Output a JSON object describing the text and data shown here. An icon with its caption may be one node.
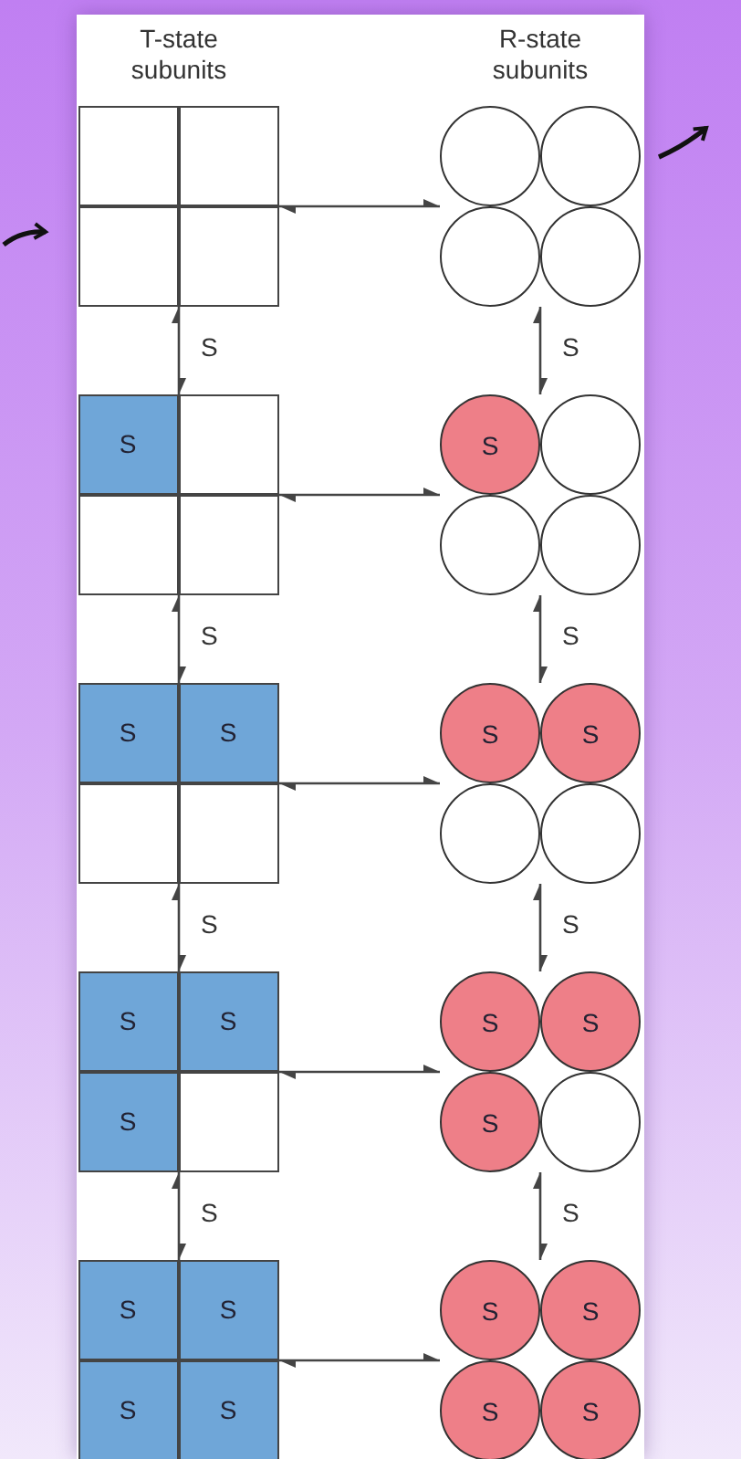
{
  "diagram": {
    "nodes": [
      {
        "text": [],
        "shape": "box"
      },
      {
        "text": [],
        "shape": "box",
        "in": 0
      },
      {
        "text": [],
        "shape": "box",
        "in": 0
      },
      {
        "text": [],
        "shape": "box",
        "in": 0
      },
      {
        "text": [],
        "shape": "box",
        "in": 0
      },
      {
        "text": [],
        "shape": "cluster"
      },
      {
        "text": [],
        "shape": "circle",
        "in": 5
      },
      {
        "text": [],
        "shape": "circle",
        "in": 5
      },
      {
        "text": [],
        "shape": "circle",
        "in": 5
      },
      {
        "text": [],
        "shape": "circle",
        "in": 5
      },
      {
        "text": [],
        "shape": "box"
      },
      {
        "text": [
          "S"
        ],
        "in": 10
      },
      {
        "text": [],
        "shape": "box",
        "in": 10
      },
      {
        "text": [],
        "shape": "box",
        "in": 10
      },
      {
        "text": [],
        "shape": "box",
        "in": 10
      },
      {
        "text": [],
        "shape": "cluster"
      },
      {
        "text": [
          "S"
        ],
        "in": 15
      },
      {
        "text": [],
        "shape": "circle",
        "in": 15
      },
      {
        "text": [],
        "shape": "circle",
        "in": 15
      },
      {
        "text": [],
        "shape": "circle",
        "in": 15
      },
      {
        "text": [],
        "shape": "box"
      },
      {
        "text": [
          "S"
        ],
        "in": 20
      },
      {
        "text": [
          "S"
        ],
        "in": 20
      },
      {
        "text": [],
        "shape": "box",
        "in": 20
      },
      {
        "text": [],
        "shape": "box",
        "in": 20
      },
      {
        "text": [],
        "shape": "cluster"
      },
      {
        "text": [
          "S"
        ],
        "in": 25
      },
      {
        "text": [
          "S"
        ],
        "in": 25
      },
      {
        "text": [],
        "shape": "circle",
        "in": 25
      },
      {
        "text": [],
        "shape": "circle",
        "in": 25
      },
      {
        "text": [],
        "shape": "box"
      },
      {
        "text": [
          "S"
        ],
        "in": 30
      },
      {
        "text": [
          "S"
        ],
        "in": 30
      },
      {
        "text": [
          "S"
        ],
        "in": 30
      },
      {
        "text": [],
        "shape": "box",
        "in": 30
      },
      {
        "text": [],
        "shape": "cluster"
      },
      {
        "text": [
          "S"
        ],
        "in": 35
      },
      {
        "text": [
          "S"
        ],
        "in": 35
      },
      {
        "text": [
          "S"
        ],
        "in": 35
      },
      {
        "text": [],
        "shape": "circle",
        "in": 35
      },
      {
        "text": [],
        "shape": "box"
      },
      {
        "text": [
          "S"
        ],
        "in": 40
      },
      {
        "text": [
          "S"
        ],
        "in": 40
      },
      {
        "text": [
          "S"
        ],
        "in": 40
      },
      {
        "text": [
          "S"
        ],
        "in": 40
      },
      {
        "text": [],
        "shape": "cluster"
      },
      {
        "text": [
          "S"
        ],
        "in": 45
      },
      {
        "text": [
          "S"
        ],
        "in": 45
      },
      {
        "text": [
          "S"
        ],
        "in": 45
      },
      {
        "text": [
          "S"
        ],
        "in": 45
      }
    ],
    "edges": [
      {
        "from": null,
        "to": 0,
        "arrow": "to"
      },
      {
        "from": 5,
        "to": null,
        "arrow": "to"
      },
      {
        "from": 0,
        "to": 5,
        "arrow": "both"
      },
      {
        "from": 0,
        "to": 10,
        "arrow": "both",
        "label": "S"
      },
      {
        "from": 5,
        "to": 15,
        "arrow": "both",
        "label": "S"
      },
      {
        "from": 10,
        "to": 15,
        "arrow": "both"
      },
      {
        "from": 10,
        "to": 20,
        "arrow": "both",
        "label": "S"
      },
      {
        "from": 15,
        "to": 25,
        "arrow": "both",
        "label": "S"
      },
      {
        "from": 20,
        "to": 25,
        "arrow": "both"
      },
      {
        "from": 20,
        "to": 30,
        "arrow": "both",
        "label": "S"
      },
      {
        "from": 25,
        "to": 35,
        "arrow": "both",
        "label": "S"
      },
      {
        "from": 30,
        "to": 35,
        "arrow": "both"
      },
      {
        "from": 30,
        "to": 40,
        "arrow": "both",
        "label": "S"
      },
      {
        "from": 35,
        "to": 45,
        "arrow": "both",
        "label": "S"
      },
      {
        "from": 40,
        "to": 45,
        "arrow": "both"
      }
    ],
    "labels": [
      "T-state subunits",
      "R-state subunits"
    ]
  }
}
